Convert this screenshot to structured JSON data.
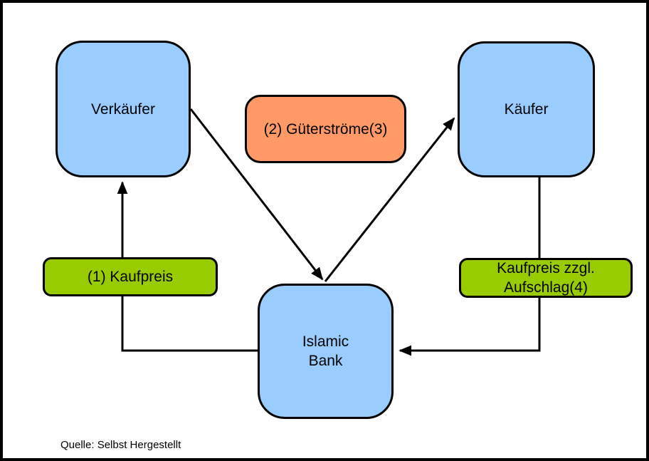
{
  "diagram": {
    "nodes": {
      "verkaeufer": {
        "label": "Verkäufer",
        "fill": "#99CCFF"
      },
      "kaeufer": {
        "label": "Käufer",
        "fill": "#99CCFF"
      },
      "islamic_bank": {
        "line1": "Islamic",
        "line2": "Bank",
        "fill": "#99CCFF"
      }
    },
    "flow_labels": {
      "gueterstroeme": {
        "label": "(2) Güterströme(3)",
        "fill": "#FF9966"
      },
      "kaufpreis": {
        "label": "(1) Kaufpreis",
        "fill": "#99CC00"
      },
      "kaufpreis_zzgl": {
        "line1": "Kaufpreis zzgl.",
        "line2": "Aufschlag(4)",
        "fill": "#99CC00"
      }
    },
    "edges": [
      {
        "from": "verkaeufer",
        "to": "islamic_bank",
        "shape": "diagonal",
        "arrowhead_at": "islamic_bank"
      },
      {
        "from": "islamic_bank",
        "to": "kaeufer",
        "shape": "diagonal",
        "arrowhead_at": "kaeufer"
      },
      {
        "from": "islamic_bank",
        "to": "verkaeufer",
        "shape": "elbow",
        "arrowhead_at": "verkaeufer",
        "passes_under": "kaufpreis"
      },
      {
        "from": "kaeufer",
        "to": "islamic_bank",
        "shape": "elbow",
        "arrowhead_at": "islamic_bank",
        "passes_under": "kaufpreis_zzgl"
      }
    ],
    "source_note": "Quelle: Selbst Hergestellt",
    "colors": {
      "background": "#FFFFFF",
      "frame_border": "#000000",
      "arrow": "#000000",
      "text": "#000000"
    }
  }
}
